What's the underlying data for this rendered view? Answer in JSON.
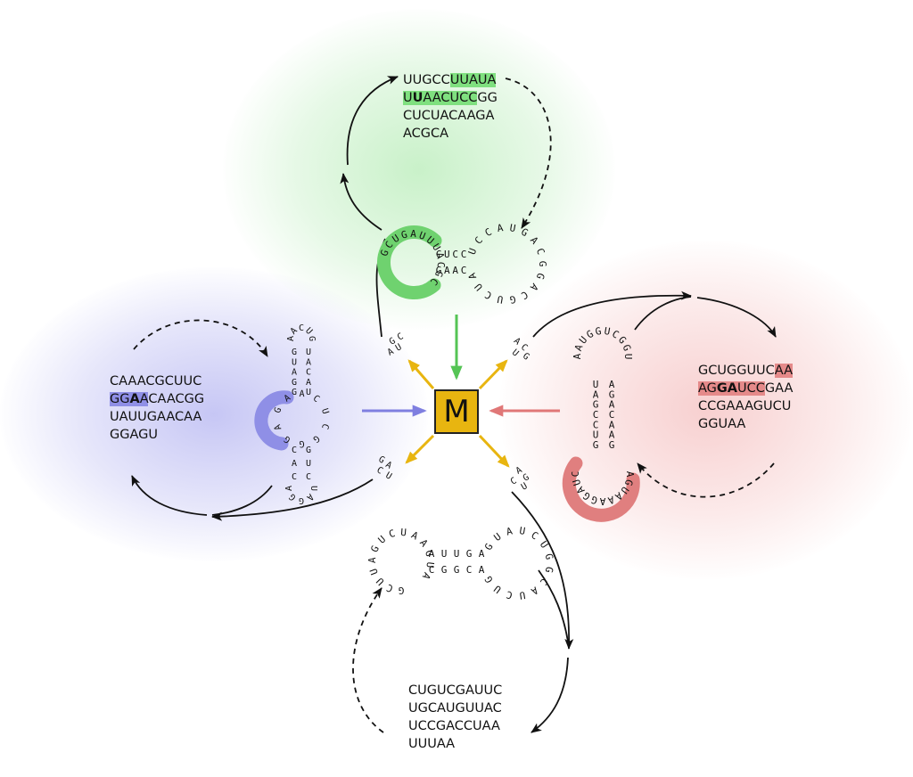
{
  "center_label": "M",
  "sequences": {
    "green": [
      {
        "segments": [
          {
            "t": "UUGCC"
          },
          {
            "t": "UUAUA",
            "hl": true
          }
        ]
      },
      {
        "segments": [
          {
            "t": "U",
            "hl": true
          },
          {
            "t": "U",
            "hl": true,
            "bold": true
          },
          {
            "t": "AACUCC",
            "hl": true
          },
          {
            "t": "GG"
          }
        ]
      },
      {
        "segments": [
          {
            "t": "CUCUACAAGA"
          }
        ]
      },
      {
        "segments": [
          {
            "t": "ACGCA"
          }
        ]
      }
    ],
    "blue": [
      {
        "segments": [
          {
            "t": "CAAACGCUUC"
          }
        ]
      },
      {
        "segments": [
          {
            "t": "GG",
            "hl": true
          },
          {
            "t": "A",
            "hl": true,
            "bold": true
          },
          {
            "t": "A",
            "hl": true
          },
          {
            "t": "CAACGG"
          }
        ]
      },
      {
        "segments": [
          {
            "t": "UAUUGAACAA"
          }
        ]
      },
      {
        "segments": [
          {
            "t": "GGAGU"
          }
        ]
      }
    ],
    "red": [
      {
        "segments": [
          {
            "t": "GCUGGUUC"
          },
          {
            "t": "AA",
            "hl": true
          }
        ]
      },
      {
        "segments": [
          {
            "t": "AG",
            "hl": true
          },
          {
            "t": "GA",
            "hl": true,
            "bold": true
          },
          {
            "t": "UCC",
            "hl": true
          },
          {
            "t": "GAA"
          }
        ]
      },
      {
        "segments": [
          {
            "t": "CCGAAAGUCU"
          }
        ]
      },
      {
        "segments": [
          {
            "t": "GGUAA"
          }
        ]
      }
    ],
    "white": [
      {
        "segments": [
          {
            "t": "CUGUCGAUUC"
          }
        ]
      },
      {
        "segments": [
          {
            "t": "UGCAUGUUAC"
          }
        ]
      },
      {
        "segments": [
          {
            "t": "UCCGACCUAA"
          }
        ]
      },
      {
        "segments": [
          {
            "t": "UUUAA"
          }
        ]
      }
    ]
  },
  "structure_letters": {
    "green": "GCUGAUUUACGCCUCCGAACAUCUGCAGGCAGUACCU",
    "green_highlight": "GCUGAUUUAACGCC",
    "blue": "AACUGGUAGGUACAUGAACUCGGGACACGUCUAGGAU",
    "blue_highlight": "GAAGG",
    "red": "AAUGGUCGGUUAGCCUGAGACAAGAGUAAAGGAUCCGAU",
    "red_highlight": "AAAAGGAUCC",
    "white": "GCUUAGUCUAAGUAAUUGACGGCAGUAUCUGGCAUCUGU"
  },
  "fragments": {
    "green": "GCAU",
    "red": "ACUG",
    "blue": "GACU",
    "white": "AGCU"
  },
  "colors": {
    "green": "#55c455",
    "blue": "#7f7fe0",
    "red": "#e07777",
    "yellow": "#e8b510",
    "black": "#111111"
  }
}
